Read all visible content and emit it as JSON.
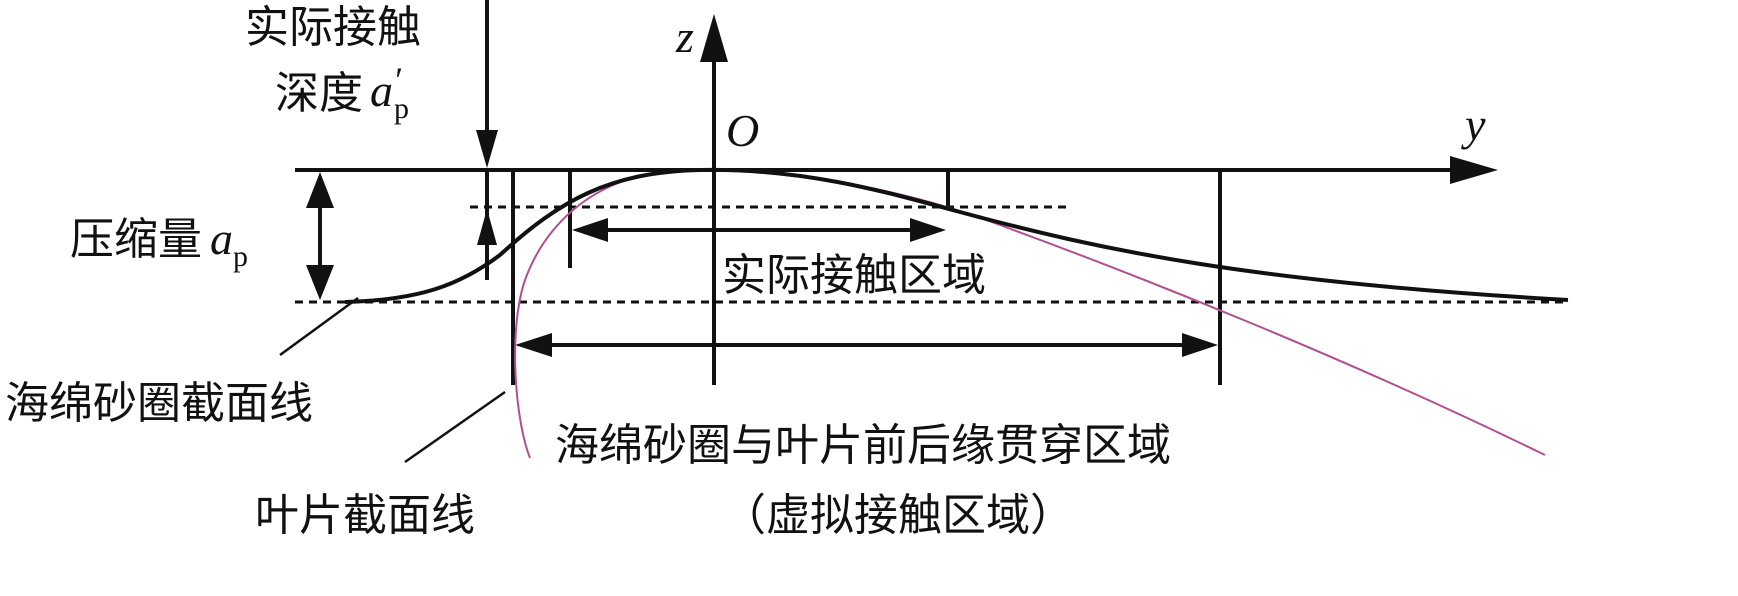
{
  "labels": {
    "actual_depth_line1": "实际接触",
    "actual_depth_line2": "深度",
    "actual_depth_symbol": "a",
    "actual_depth_prime": "′",
    "actual_depth_sub": "p",
    "compression": "压缩量",
    "compression_symbol": "a",
    "compression_sub": "p",
    "axis_z": "z",
    "axis_y": "y",
    "origin": "O",
    "actual_contact_region": "实际接触区域",
    "sponge_section_line": "海绵砂圈截面线",
    "blade_section_line": "叶片截面线",
    "penetration_region": "海绵砂圈与叶片前后缘贯穿区域",
    "virtual_contact_region": "（虚拟接触区域）"
  },
  "colors": {
    "line": "#111111",
    "blade_curve": "#b0508f"
  }
}
